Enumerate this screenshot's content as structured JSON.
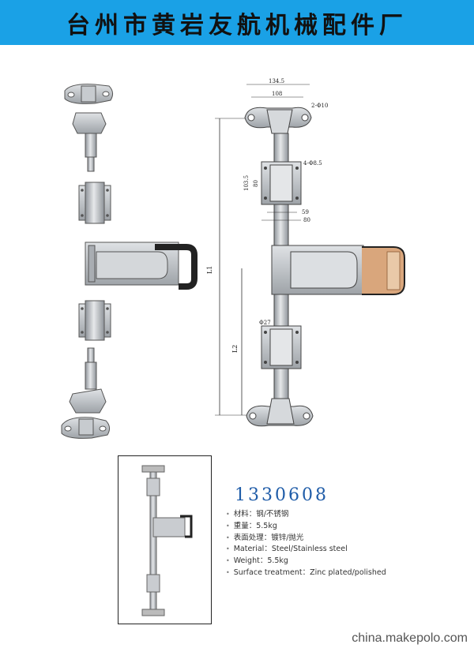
{
  "header": {
    "title": "台州市黄岩友航机械配件厂"
  },
  "drawing": {
    "dimensions": {
      "top_width": "134.5",
      "hole_spacing": "108",
      "end_holes": "2-Φ10",
      "guide_holes": "4-Φ8.5",
      "guide_height_outer": "103.5",
      "guide_height_inner": "80",
      "guide_width_inner": "59",
      "guide_width_outer": "80",
      "rod_diameter": "Φ27",
      "overall_length": "L1",
      "lower_length": "L2"
    }
  },
  "product": {
    "code": "1330608",
    "specs": [
      "材料：钢/不锈钢",
      "重量：5.5kg",
      "表面处理：镀锌/抛光",
      "Material：Steel/Stainless steel",
      "Weight：5.5kg",
      "Surface treatment：Zinc plated/polished"
    ]
  },
  "watermark": "china.makepolo.com",
  "colors": {
    "banner": "#1aa1e6",
    "code": "#1f5ca8",
    "metal": "#b9bdc2",
    "metal_dark": "#7d8288",
    "handle": "#222222"
  }
}
